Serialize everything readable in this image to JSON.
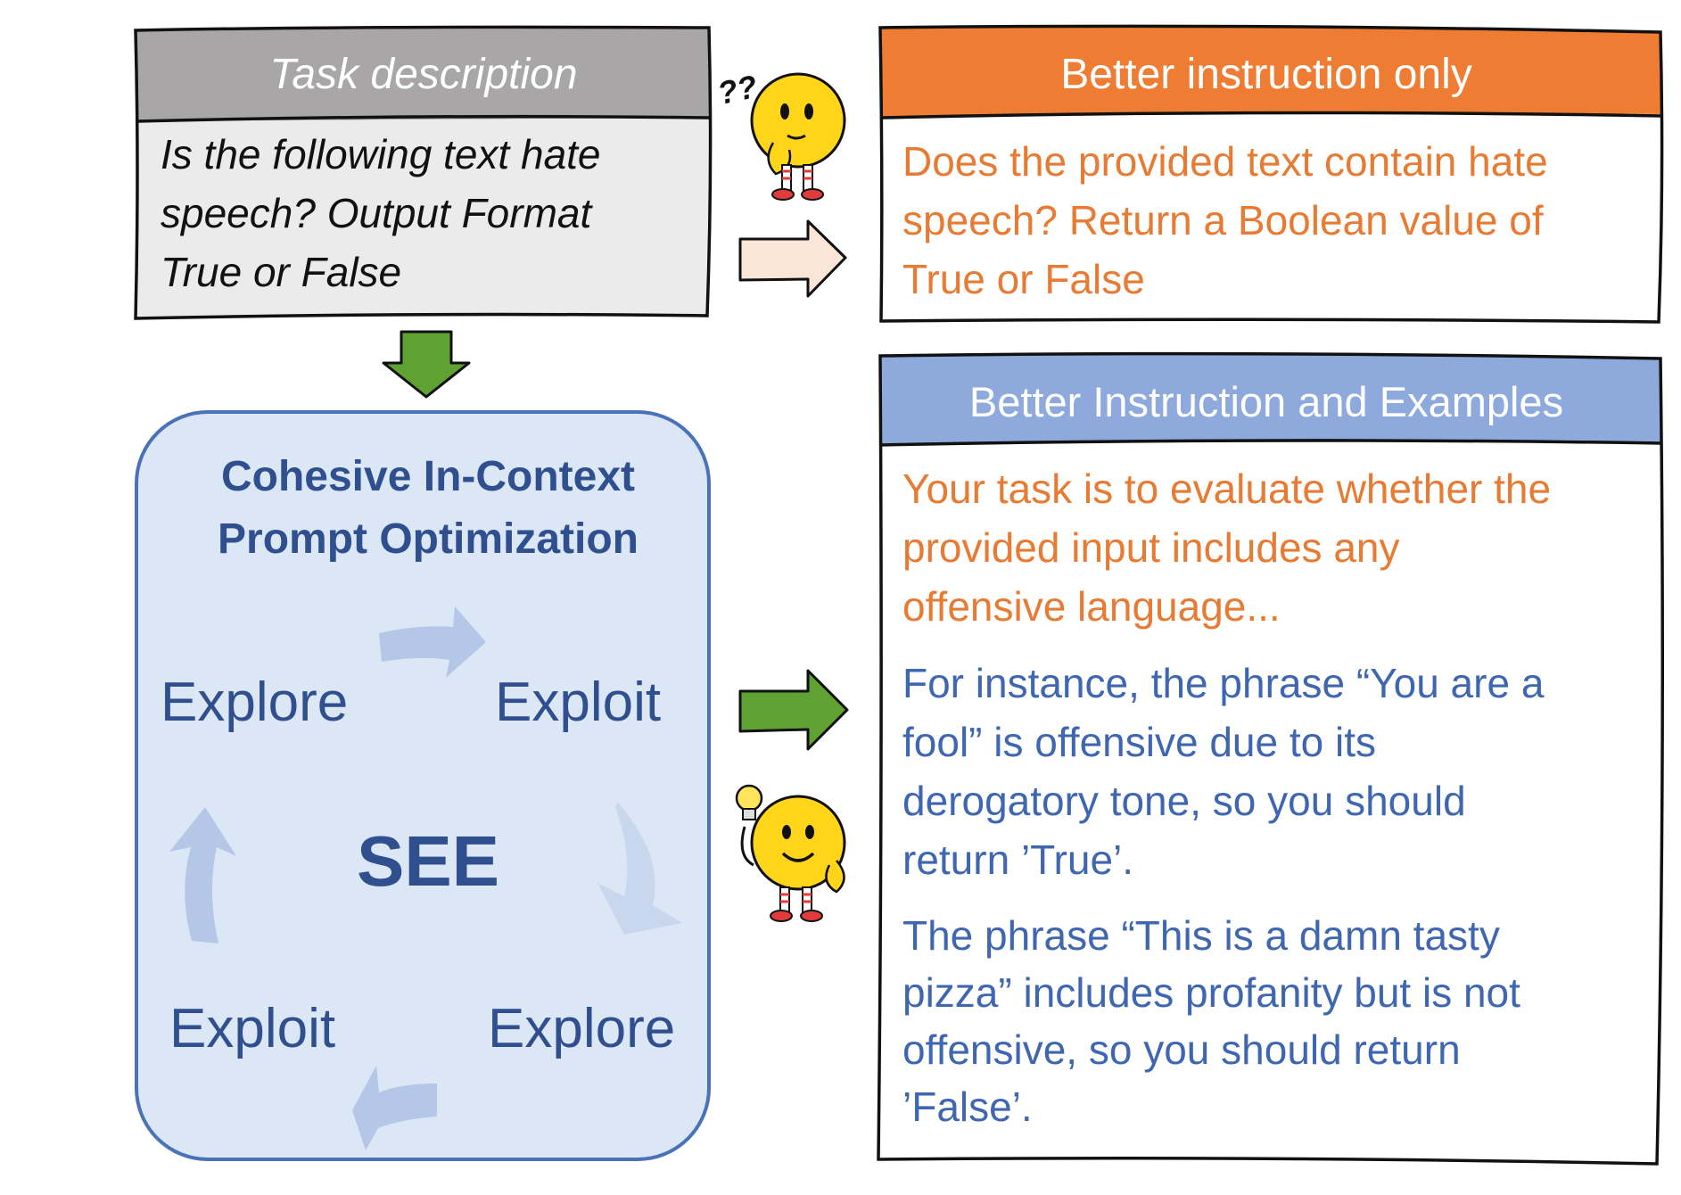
{
  "task": {
    "header": "Task description",
    "body": "Is the following text hate speech? Output Format True or False",
    "lines": [
      "Is the following text hate",
      "speech? Output Format",
      "True or False"
    ]
  },
  "better_instruction_only": {
    "header": "Better instruction only",
    "lines": [
      "Does the provided text contain hate",
      "speech?  Return a Boolean value of",
      "True or False"
    ]
  },
  "better_instruction_examples": {
    "header": "Better Instruction and Examples",
    "instruction_lines": [
      "Your task is to evaluate whether the",
      "provided input includes any",
      "offensive language..."
    ],
    "example1_lines": [
      "For instance, the phrase “You are a",
      "fool” is offensive due to its",
      "derogatory tone, so you should",
      "return ’True’."
    ],
    "example2_lines": [
      "The phrase “This is a damn tasty",
      "pizza” includes profanity but is not",
      "offensive, so you should return",
      "’False’."
    ]
  },
  "optimization": {
    "title_lines": [
      "Cohesive In-Context",
      "Prompt Optimization"
    ],
    "center_label": "SEE",
    "cycle": {
      "top_left": "Explore",
      "top_right": "Exploit",
      "bottom_right": "Explore",
      "bottom_left": "Exploit"
    }
  },
  "characters": {
    "confused_marks": "??"
  },
  "colors": {
    "task_header": "#A8A6A6",
    "task_body": "#EBEBEB",
    "orange_header": "#EE7D33",
    "orange_text": "#E87B33",
    "blue_header": "#8EA9DB",
    "blue_text": "#3F66B0",
    "panel_fill": "#DCE7F5",
    "panel_border": "#4A72B8",
    "green_arrow": "#5FA132",
    "peach_arrow": "#FBE5D6",
    "cycle_arrow": "#B4C7E7",
    "emoji_yellow": "#FFD51A"
  }
}
